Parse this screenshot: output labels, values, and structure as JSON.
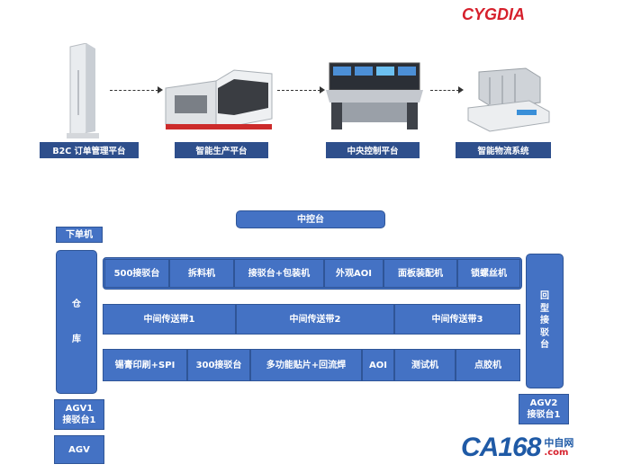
{
  "brand": {
    "logo_text": "CYGDIA",
    "footer_logo_text": "CA168",
    "footer_cn": "中自网",
    "footer_domain": ".com"
  },
  "colors": {
    "box_fill": "#4472c4",
    "tag_fill": "#2e4f8c",
    "logo_red": "#d6202c",
    "logo_blue": "#1f5aa6"
  },
  "platforms": [
    {
      "label": "B2C 订单管理平台",
      "icon": "kiosk-terminal"
    },
    {
      "label": "智能生产平台",
      "icon": "laser-cutting-machine"
    },
    {
      "label": "中央控制平台",
      "icon": "control-console"
    },
    {
      "label": "智能物流系统",
      "icon": "agv-robot"
    }
  ],
  "layout_boxes": {
    "central_control": "中控台",
    "order_machine": "下单机",
    "warehouse_top": "仓",
    "warehouse_bottom": "库",
    "return_station": [
      "回",
      "型",
      "接",
      "驳",
      "台"
    ],
    "agv1_station": [
      "AGV1",
      "接驳台1"
    ],
    "agv2_station": [
      "AGV2",
      "接驳台1"
    ],
    "agv": "AGV",
    "row1": [
      "500接驳台",
      "拆料机",
      "接驳台+包装机",
      "外观AOI",
      "面板装配机",
      "锁螺丝机"
    ],
    "row2": [
      "中间传送带1",
      "中间传送带2",
      "中间传送带3"
    ],
    "row3": [
      "锡膏印刷+SPI",
      "300接驳台",
      "多功能贴片+回流焊",
      "AOI",
      "测试机",
      "点胶机"
    ]
  }
}
